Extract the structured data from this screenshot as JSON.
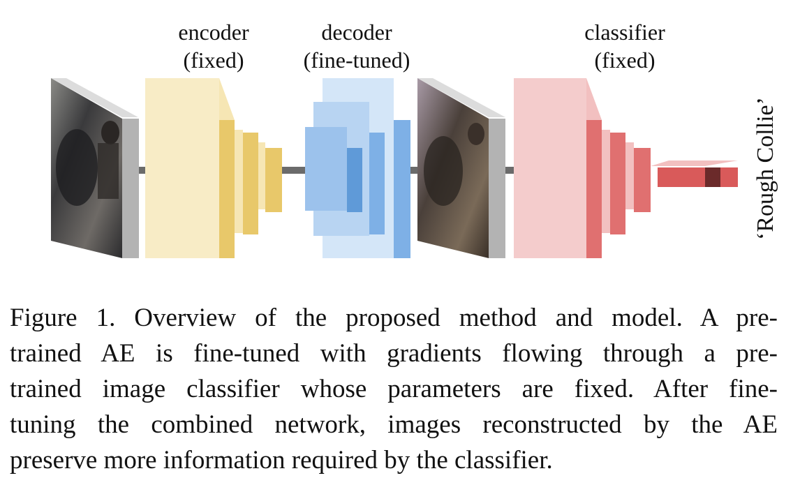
{
  "stages": {
    "encoder": {
      "name": "encoder",
      "status": "(fixed)"
    },
    "decoder": {
      "name": "decoder",
      "status": "(fine-tuned)"
    },
    "classifier": {
      "name": "classifier",
      "status": "(fixed)"
    }
  },
  "output_label": "‘Rough Collie’",
  "colors": {
    "encoder": "#e8c86a",
    "decoder": "#7eb0e6",
    "classifier": "#e07070",
    "arrow": "#6b6b6b",
    "image_edge": "#b3b3b3"
  },
  "caption": {
    "lines": [
      "Figure 1. Overview of the proposed method and model.  A pre-",
      "trained AE is fine-tuned with gradients flowing through a pre-",
      "trained image classifier whose parameters are fixed.  After fine-",
      "tuning the combined network, images reconstructed by the AE",
      "preserve more information required by the classifier."
    ]
  }
}
